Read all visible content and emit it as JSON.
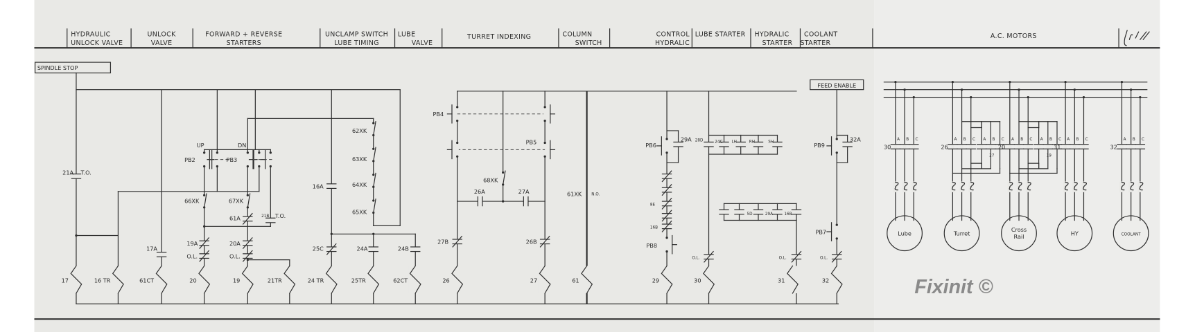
{
  "header": {
    "sections": [
      {
        "l1": "HYDRAULIC",
        "l2": "UNLOCK VALVE"
      },
      {
        "l1": "UNLOCK",
        "l2": "VALVE"
      },
      {
        "l1": "FORWARD + REVERSE",
        "l2": "STARTERS"
      },
      {
        "l1": "UNCLAMP SWITCH",
        "l2": "LUBE TIMING"
      },
      {
        "l1": "LUBE",
        "l2": "VALVE"
      },
      {
        "l1": "TURRET  INDEXING",
        "l2": ""
      },
      {
        "l1": "COLUMN",
        "l2": "SWITCH"
      },
      {
        "l1": "CONTROL",
        "l2": "HYDRALIC"
      },
      {
        "l1": "LUBE STARTER",
        "l2": ""
      },
      {
        "l1": "HYDRALIC",
        "l2": "STARTER"
      },
      {
        "l1": "COOLANT",
        "l2": "STARTER"
      }
    ],
    "ac_motors": "A.C. MOTORS",
    "signature": "JLF"
  },
  "boxes": {
    "spindle_stop": "SPINDLE      STOP",
    "feed_enable": "FEED ENABLE"
  },
  "labels": {
    "c21A": "21A",
    "to1": "T.O.",
    "c17A": "17A",
    "up": "UP",
    "dn": "DN",
    "pb2": "PB2",
    "pb3": "PB3",
    "ls66": "66XK",
    "ls67": "67XK",
    "c61A": "61A",
    "c21B": "21B",
    "to2": "T.O.",
    "c19A": "19A",
    "c20A": "20A",
    "ol": "O.L.",
    "c16A": "16A",
    "ls62": "62XK",
    "ls63": "63XK",
    "ls64": "64XK",
    "ls65": "65XK",
    "c25C": "25C",
    "c24A": "24A",
    "c24B": "24B",
    "pb4": "PB4",
    "pb5": "PB5",
    "ls68": "68XK",
    "c26A": "26A",
    "c27A": "27A",
    "c27B": "27B",
    "c26B": "26B",
    "ls61": "61XK",
    "no": "N.O.",
    "pb6": "PB6",
    "c29A": "29A",
    "c8E": "8E",
    "c16B": "16B",
    "pb8": "PB8",
    "c28D": "28D",
    "c24C": "24C",
    "lh": "LH",
    "rh": "RH",
    "sh": "SH",
    "c5D": "5D",
    "c29A2": "29A",
    "c16B2": "16B",
    "pb9": "PB9",
    "c32A": "32A",
    "pb7": "PB7"
  },
  "coils": [
    "17",
    "16 TR",
    "61CT",
    "20",
    "19",
    "21TR",
    "24 TR",
    "25TR",
    "62CT",
    "26",
    "27",
    "61",
    "29",
    "30",
    "31",
    "32"
  ],
  "motors": {
    "phases": [
      "A",
      "B",
      "C"
    ],
    "starters": [
      "30",
      "26",
      "27",
      "20",
      "19",
      "31",
      "32"
    ],
    "names": [
      "Lube",
      "Turret",
      "Cross",
      "Rail",
      "HY",
      "COOLANT"
    ]
  },
  "watermark": "Fixinit ©"
}
